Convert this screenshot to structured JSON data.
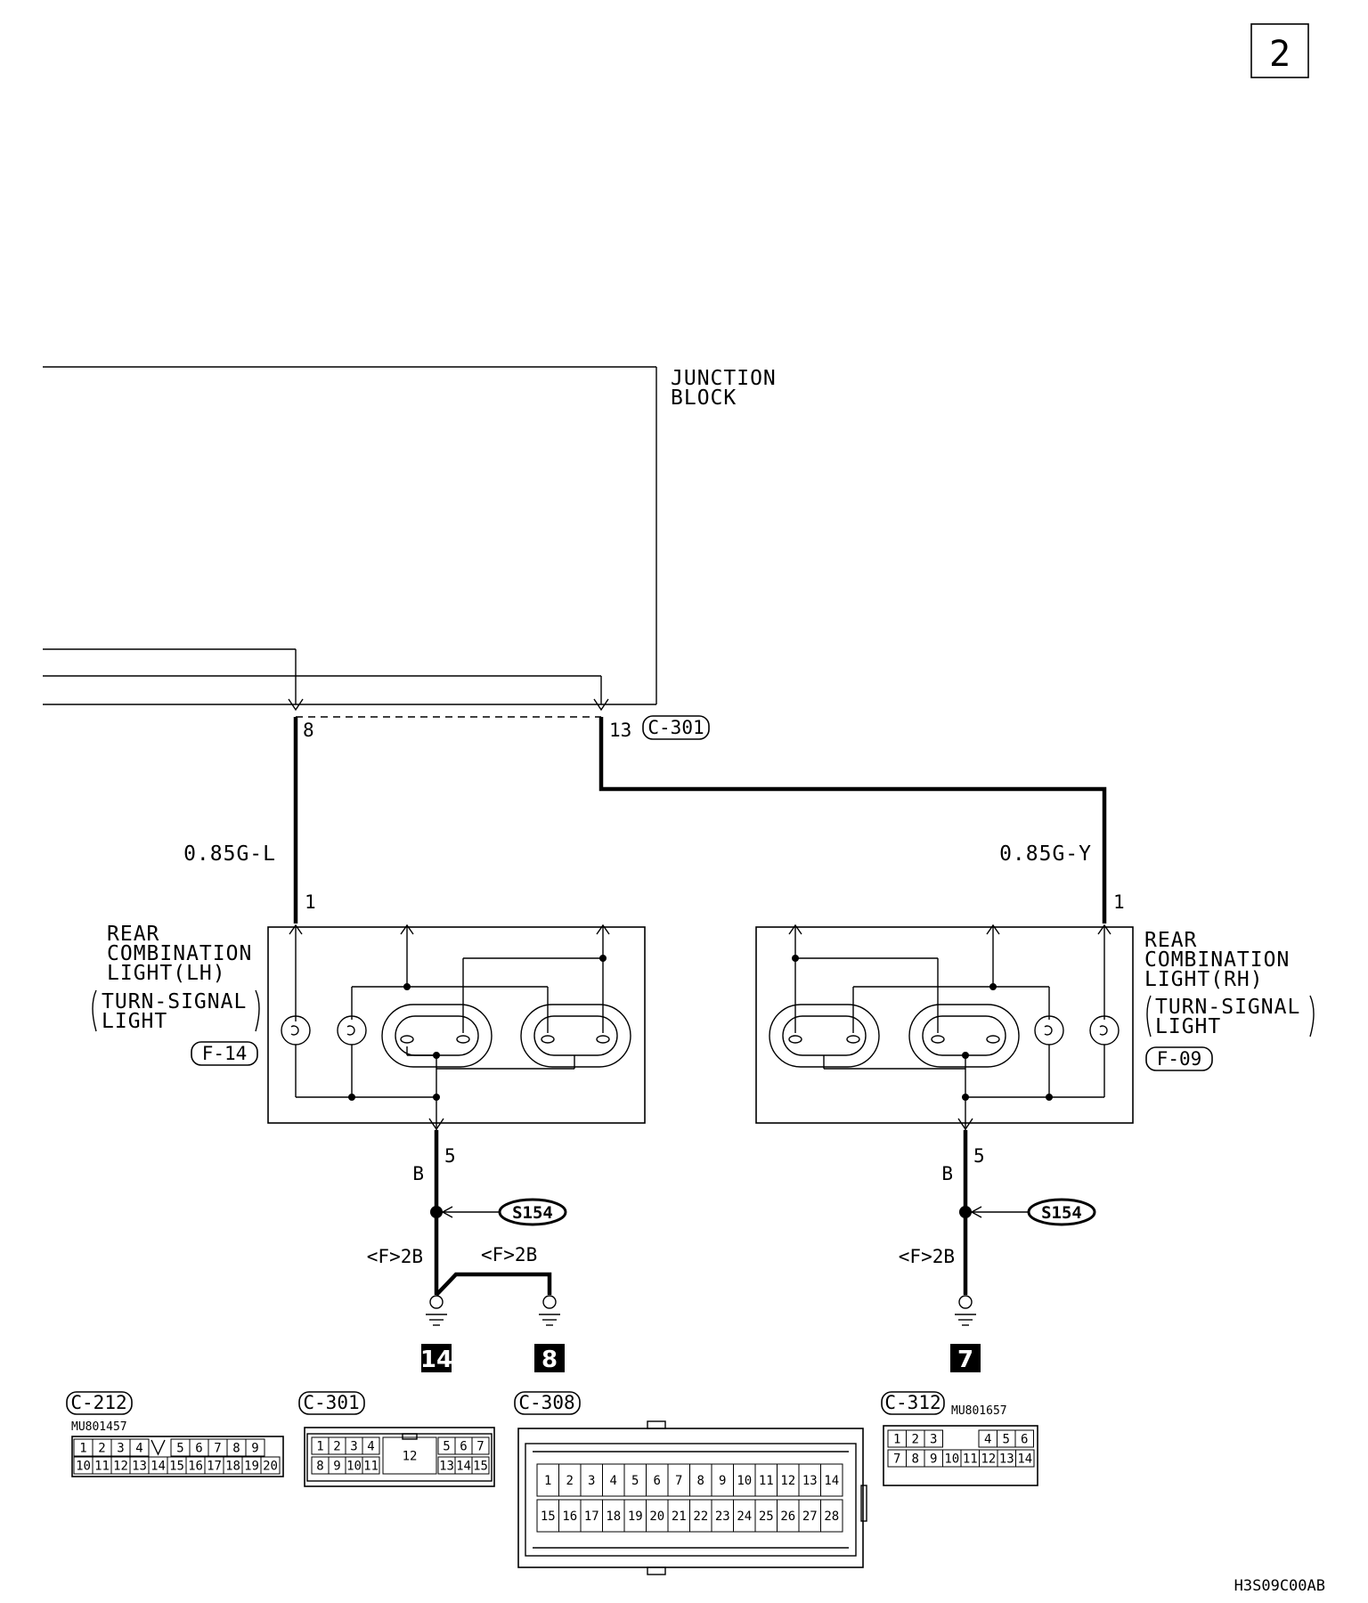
{
  "page": {
    "number": "2",
    "figure_code": "H3S09C00AB"
  },
  "junction_block": {
    "label_line1": "JUNCTION",
    "label_line2": "BLOCK"
  },
  "connector_c301": {
    "label": "C-301",
    "pin_left": "8",
    "pin_right": "13"
  },
  "wire_left": {
    "spec": "0.85G-L",
    "pin": "1"
  },
  "wire_right": {
    "spec": "0.85G-Y",
    "pin": "1"
  },
  "lamp_lh": {
    "line1": "REAR",
    "line2": "COMBINATION",
    "line3": "LIGHT(LH)",
    "sub1": "TURN-SIGNAL",
    "sub2": "LIGHT",
    "connector": "F-14",
    "ground_pin": "5",
    "ground_wire": "B"
  },
  "lamp_rh": {
    "line1": "REAR",
    "line2": "COMBINATION",
    "line3": "LIGHT(RH)",
    "sub1": "TURN-SIGNAL",
    "sub2": "LIGHT",
    "connector": "F-09",
    "ground_pin": "5",
    "ground_wire": "B"
  },
  "splice_left": "S154",
  "splice_right": "S154",
  "ground_wires": {
    "left_a": "<F>2B",
    "left_b": "<F>2B",
    "right": "<F>2B"
  },
  "grounds": {
    "g14": "14",
    "g8": "8",
    "g7": "7"
  },
  "connectors": {
    "c212": {
      "label": "C-212",
      "part": "MU801457",
      "row1": [
        "1",
        "2",
        "3",
        "4",
        "",
        "5",
        "6",
        "7",
        "8",
        "9"
      ],
      "row2": [
        "10",
        "11",
        "12",
        "13",
        "14",
        "15",
        "16",
        "17",
        "18",
        "19",
        "20"
      ]
    },
    "c301": {
      "label": "C-301",
      "row1_left": [
        "1",
        "2",
        "3",
        "4"
      ],
      "center": "12",
      "row1_right": [
        "5",
        "6",
        "7"
      ],
      "row2_left": [
        "8",
        "9",
        "10",
        "11"
      ],
      "row2_right": [
        "13",
        "14",
        "15"
      ]
    },
    "c308": {
      "label": "C-308",
      "row1": [
        "1",
        "2",
        "3",
        "4",
        "5",
        "6",
        "7",
        "8",
        "9",
        "10",
        "11",
        "12",
        "13",
        "14"
      ],
      "row2": [
        "15",
        "16",
        "17",
        "18",
        "19",
        "20",
        "21",
        "22",
        "23",
        "24",
        "25",
        "26",
        "27",
        "28"
      ]
    },
    "c312": {
      "label": "C-312",
      "part": "MU801657",
      "row1_left": [
        "1",
        "2",
        "3"
      ],
      "row1_right": [
        "4",
        "5",
        "6"
      ],
      "row2": [
        "7",
        "8",
        "9",
        "10",
        "11",
        "12",
        "13",
        "14"
      ]
    }
  }
}
